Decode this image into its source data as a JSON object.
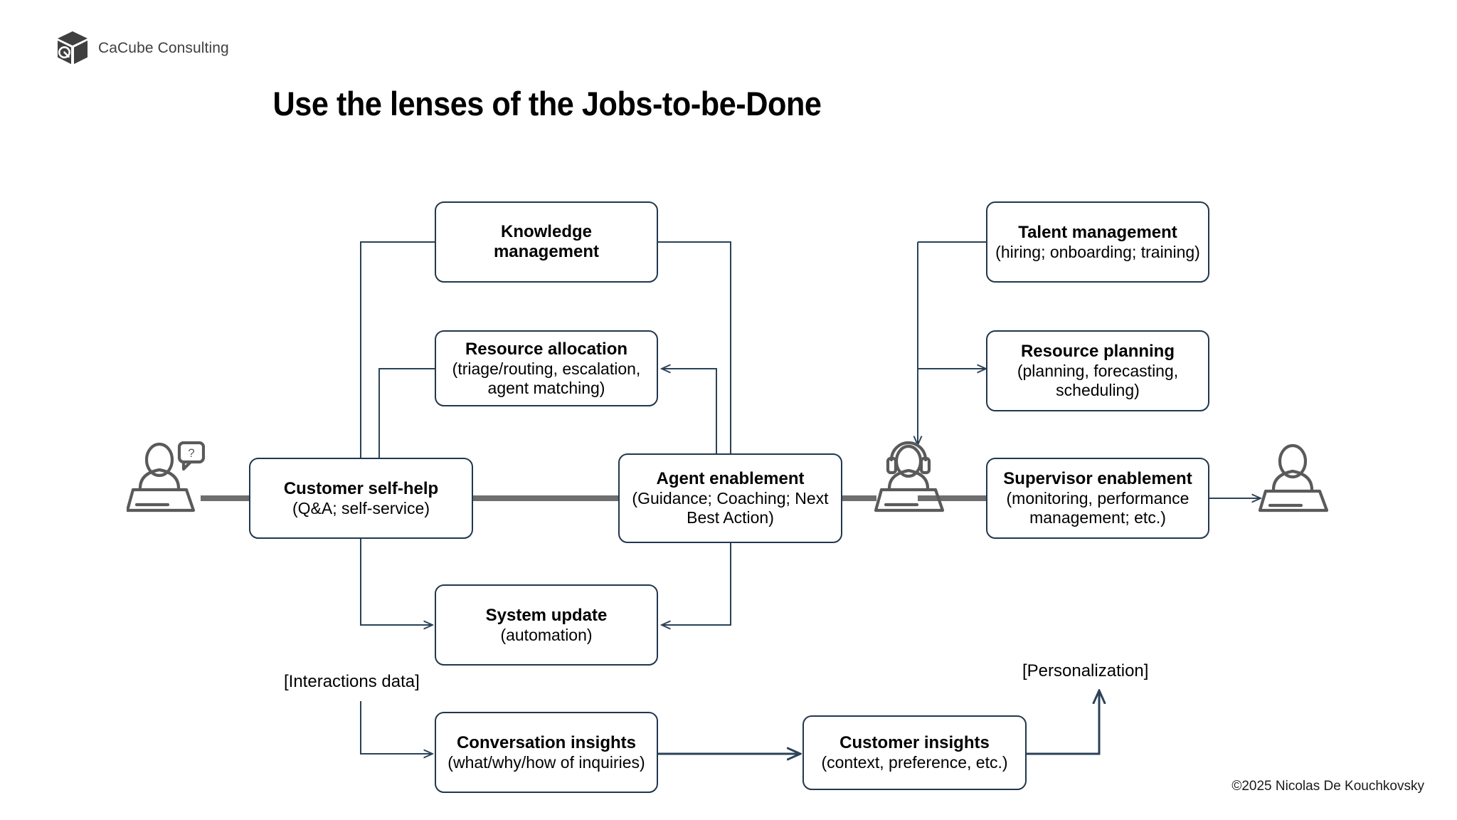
{
  "brand": {
    "logo_icon": "cube-logo-icon",
    "name": "CaCube Consulting"
  },
  "title": "Use the lenses of the Jobs-to-be-Done",
  "copyright": "©2025 Nicolas De Kouchkovsky",
  "colors": {
    "box_border": "#22374d",
    "thin_connector": "#2b4257",
    "thick_connector": "#6e6e6e",
    "icon_stroke": "#5a5a5a",
    "logo": "#3f3f3f",
    "background": "#ffffff"
  },
  "nodes": [
    {
      "id": "knowledge-management",
      "title": "Knowledge",
      "title2": "management",
      "subtitle": ""
    },
    {
      "id": "resource-allocation",
      "title": "Resource allocation",
      "subtitle": "(triage/routing, escalation, agent matching)"
    },
    {
      "id": "customer-self-help",
      "title": "Customer self-help",
      "subtitle": "(Q&A; self-service)"
    },
    {
      "id": "agent-enablement",
      "title": "Agent enablement",
      "subtitle": "(Guidance; Coaching; Next Best Action)"
    },
    {
      "id": "system-update",
      "title": "System update",
      "subtitle": "(automation)"
    },
    {
      "id": "talent-management",
      "title": "Talent management",
      "subtitle": "(hiring; onboarding; training)"
    },
    {
      "id": "resource-planning",
      "title": "Resource planning",
      "subtitle": "(planning, forecasting, scheduling)"
    },
    {
      "id": "supervisor-enablement",
      "title": "Supervisor enablement",
      "subtitle": "(monitoring, performance management; etc.)"
    },
    {
      "id": "conversation-insights",
      "title": "Conversation insights",
      "subtitle": "(what/why/how of inquiries)"
    },
    {
      "id": "customer-insights",
      "title": "Customer insights",
      "subtitle": "(context, preference, etc.)"
    }
  ],
  "annotations": {
    "interactions_data": "[Interactions data]",
    "personalization": "[Personalization]"
  },
  "actors": [
    {
      "id": "customer-actor",
      "icon": "person-at-laptop-question-icon"
    },
    {
      "id": "agent-actor",
      "icon": "person-headset-laptop-icon"
    },
    {
      "id": "supervisor-actor",
      "icon": "person-at-laptop-icon"
    }
  ]
}
